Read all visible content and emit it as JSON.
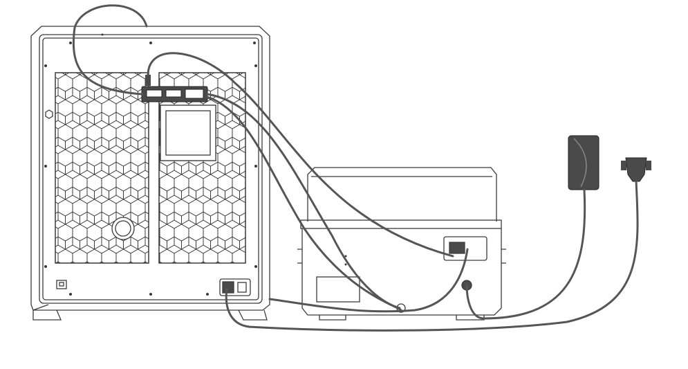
{
  "diagram": {
    "colors": {
      "background": "#ffffff",
      "outline": "#3a3a3a",
      "cable": "#555555",
      "device_fill": "#4a4a4a"
    },
    "components": [
      {
        "name": "printer-rear-panel",
        "icon": "printer-back-icon"
      },
      {
        "name": "wash-cure-station",
        "icon": "station-icon"
      },
      {
        "name": "power-adapter",
        "icon": "adapter-icon"
      },
      {
        "name": "power-plug",
        "icon": "plug-icon"
      },
      {
        "name": "junction-hub",
        "icon": "hub-icon"
      }
    ]
  }
}
